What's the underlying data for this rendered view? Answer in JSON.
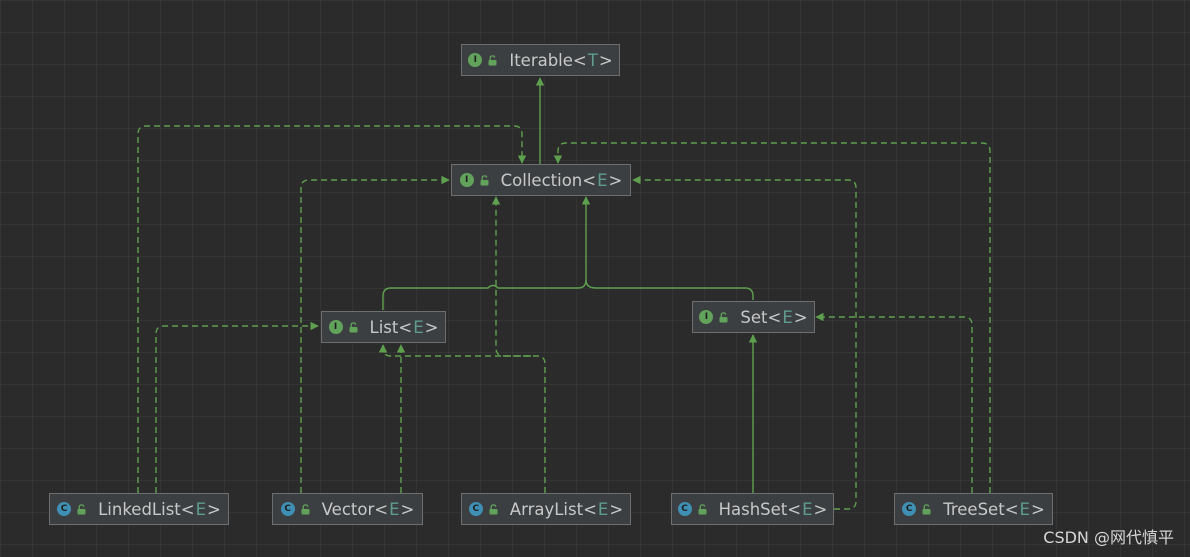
{
  "colors": {
    "background": "#2b2b2b",
    "edge": "#5fa04e",
    "node_fill": "#3c3f41",
    "node_border": "#6e6e6e",
    "type_param": "#5f9c8f",
    "interface_badge": "#62a35c",
    "class_badge": "#3f8fb5"
  },
  "nodes": [
    {
      "id": "iterable",
      "kind": "interface",
      "badge": "I",
      "icon": "lock-open-icon",
      "name": "Iterable",
      "open": "<",
      "type_param": "T",
      "close": ">"
    },
    {
      "id": "collection",
      "kind": "interface",
      "badge": "I",
      "icon": "lock-open-icon",
      "name": "Collection",
      "open": "<",
      "type_param": "E",
      "close": ">"
    },
    {
      "id": "list",
      "kind": "interface",
      "badge": "I",
      "icon": "lock-open-icon",
      "name": "List",
      "open": "<",
      "type_param": "E",
      "close": ">"
    },
    {
      "id": "set",
      "kind": "interface",
      "badge": "I",
      "icon": "lock-open-icon",
      "name": "Set",
      "open": "<",
      "type_param": "E",
      "close": ">"
    },
    {
      "id": "linkedlist",
      "kind": "class",
      "badge": "C",
      "icon": "lock-open-icon",
      "name": "LinkedList",
      "open": "<",
      "type_param": "E",
      "close": ">"
    },
    {
      "id": "vector",
      "kind": "class",
      "badge": "C",
      "icon": "lock-open-icon",
      "name": "Vector",
      "open": "<",
      "type_param": "E",
      "close": ">"
    },
    {
      "id": "arraylist",
      "kind": "class",
      "badge": "C",
      "icon": "lock-open-icon",
      "name": "ArrayList",
      "open": "<",
      "type_param": "E",
      "close": ">"
    },
    {
      "id": "hashset",
      "kind": "class",
      "badge": "C",
      "icon": "lock-open-icon",
      "name": "HashSet",
      "open": "<",
      "type_param": "E",
      "close": ">"
    },
    {
      "id": "treeset",
      "kind": "class",
      "badge": "C",
      "icon": "lock-open-icon",
      "name": "TreeSet",
      "open": "<",
      "type_param": "E",
      "close": ">"
    }
  ],
  "edges": [
    {
      "from": "collection",
      "to": "iterable",
      "relation": "extends",
      "style": "solid"
    },
    {
      "from": "list",
      "to": "collection",
      "relation": "extends",
      "style": "solid"
    },
    {
      "from": "set",
      "to": "collection",
      "relation": "extends",
      "style": "solid"
    },
    {
      "from": "linkedlist",
      "to": "collection",
      "relation": "implements",
      "style": "dashed"
    },
    {
      "from": "linkedlist",
      "to": "list",
      "relation": "implements",
      "style": "dashed"
    },
    {
      "from": "vector",
      "to": "collection",
      "relation": "implements",
      "style": "dashed"
    },
    {
      "from": "vector",
      "to": "list",
      "relation": "implements",
      "style": "dashed"
    },
    {
      "from": "arraylist",
      "to": "collection",
      "relation": "implements",
      "style": "dashed"
    },
    {
      "from": "arraylist",
      "to": "list",
      "relation": "implements",
      "style": "dashed"
    },
    {
      "from": "hashset",
      "to": "collection",
      "relation": "implements",
      "style": "dashed"
    },
    {
      "from": "hashset",
      "to": "set",
      "relation": "implements",
      "style": "dashed"
    },
    {
      "from": "treeset",
      "to": "collection",
      "relation": "implements",
      "style": "dashed"
    },
    {
      "from": "treeset",
      "to": "set",
      "relation": "implements",
      "style": "dashed"
    }
  ],
  "watermark": "CSDN @网代慎平"
}
